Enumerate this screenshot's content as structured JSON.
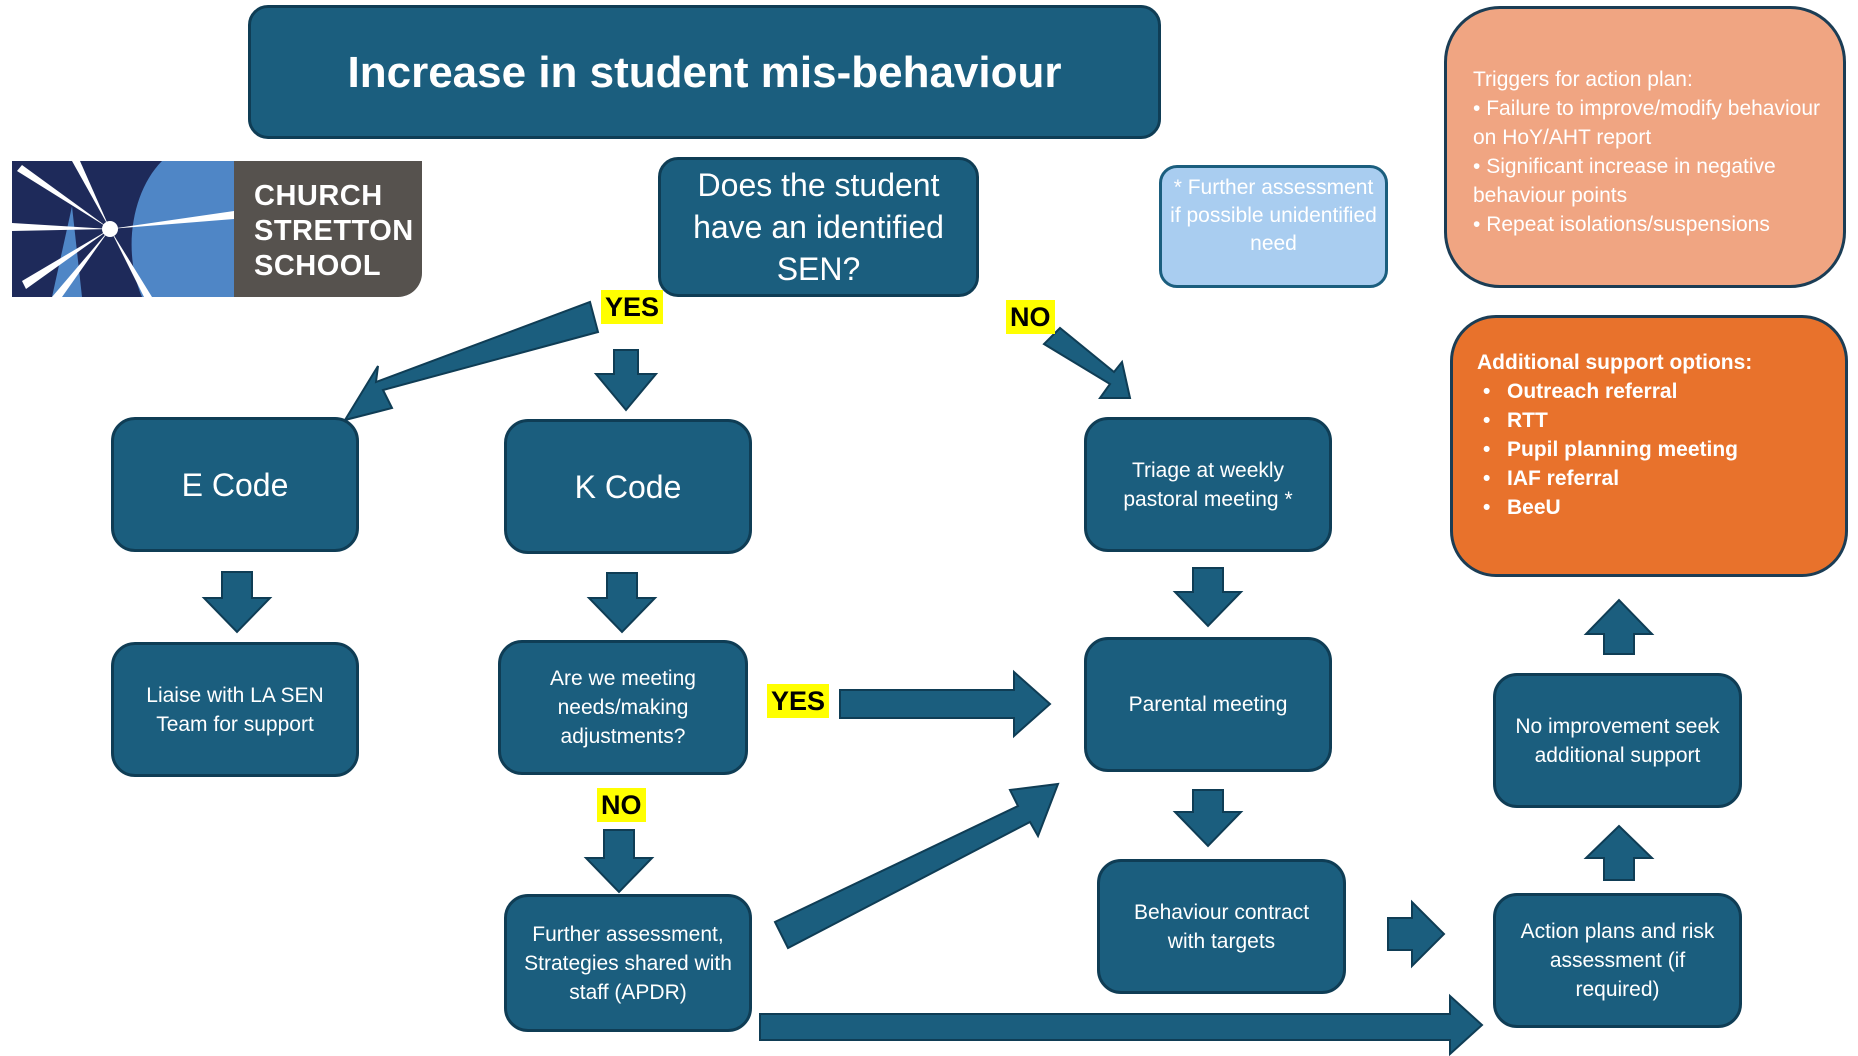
{
  "title": "Increase in student mis-behaviour",
  "logo": {
    "text": "CHURCH\nSTRETTON\nSCHOOL"
  },
  "question": "Does the student have an identified SEN?",
  "further_note": "* Further assessment if possible unidentified need",
  "labels": {
    "yes_top": "YES",
    "no_top": "NO",
    "yes_mid": "YES",
    "no_mid": "NO"
  },
  "boxes": {
    "e_code": "E Code",
    "k_code": "K Code",
    "triage": "Triage at weekly pastoral meeting *",
    "liaise": "Liaise with LA SEN Team for support",
    "meeting_needs": "Are we meeting needs/making adjustments?",
    "parental": "Parental meeting",
    "no_improvement": "No improvement seek additional support",
    "further_assessment": "Further assessment, Strategies shared with staff (APDR)",
    "behaviour_contract": "Behaviour contract with targets",
    "action_plans": "Action plans and risk assessment (if required)"
  },
  "triggers": {
    "heading": "Triggers for action plan:",
    "items": [
      "Failure to improve/modify behaviour on HoY/AHT report",
      "Significant increase in negative behaviour points",
      "Repeat isolations/suspensions"
    ]
  },
  "support": {
    "heading": "Additional support options:",
    "items": [
      "Outreach referral",
      "RTT",
      "Pupil planning meeting",
      "IAF referral",
      "BeeU"
    ]
  },
  "colors": {
    "box": "#1b5e7e",
    "trigger_bg": "#f0a582",
    "support_bg": "#e8722c",
    "note_bg": "#a9cdf0",
    "highlight": "#ffff00"
  }
}
